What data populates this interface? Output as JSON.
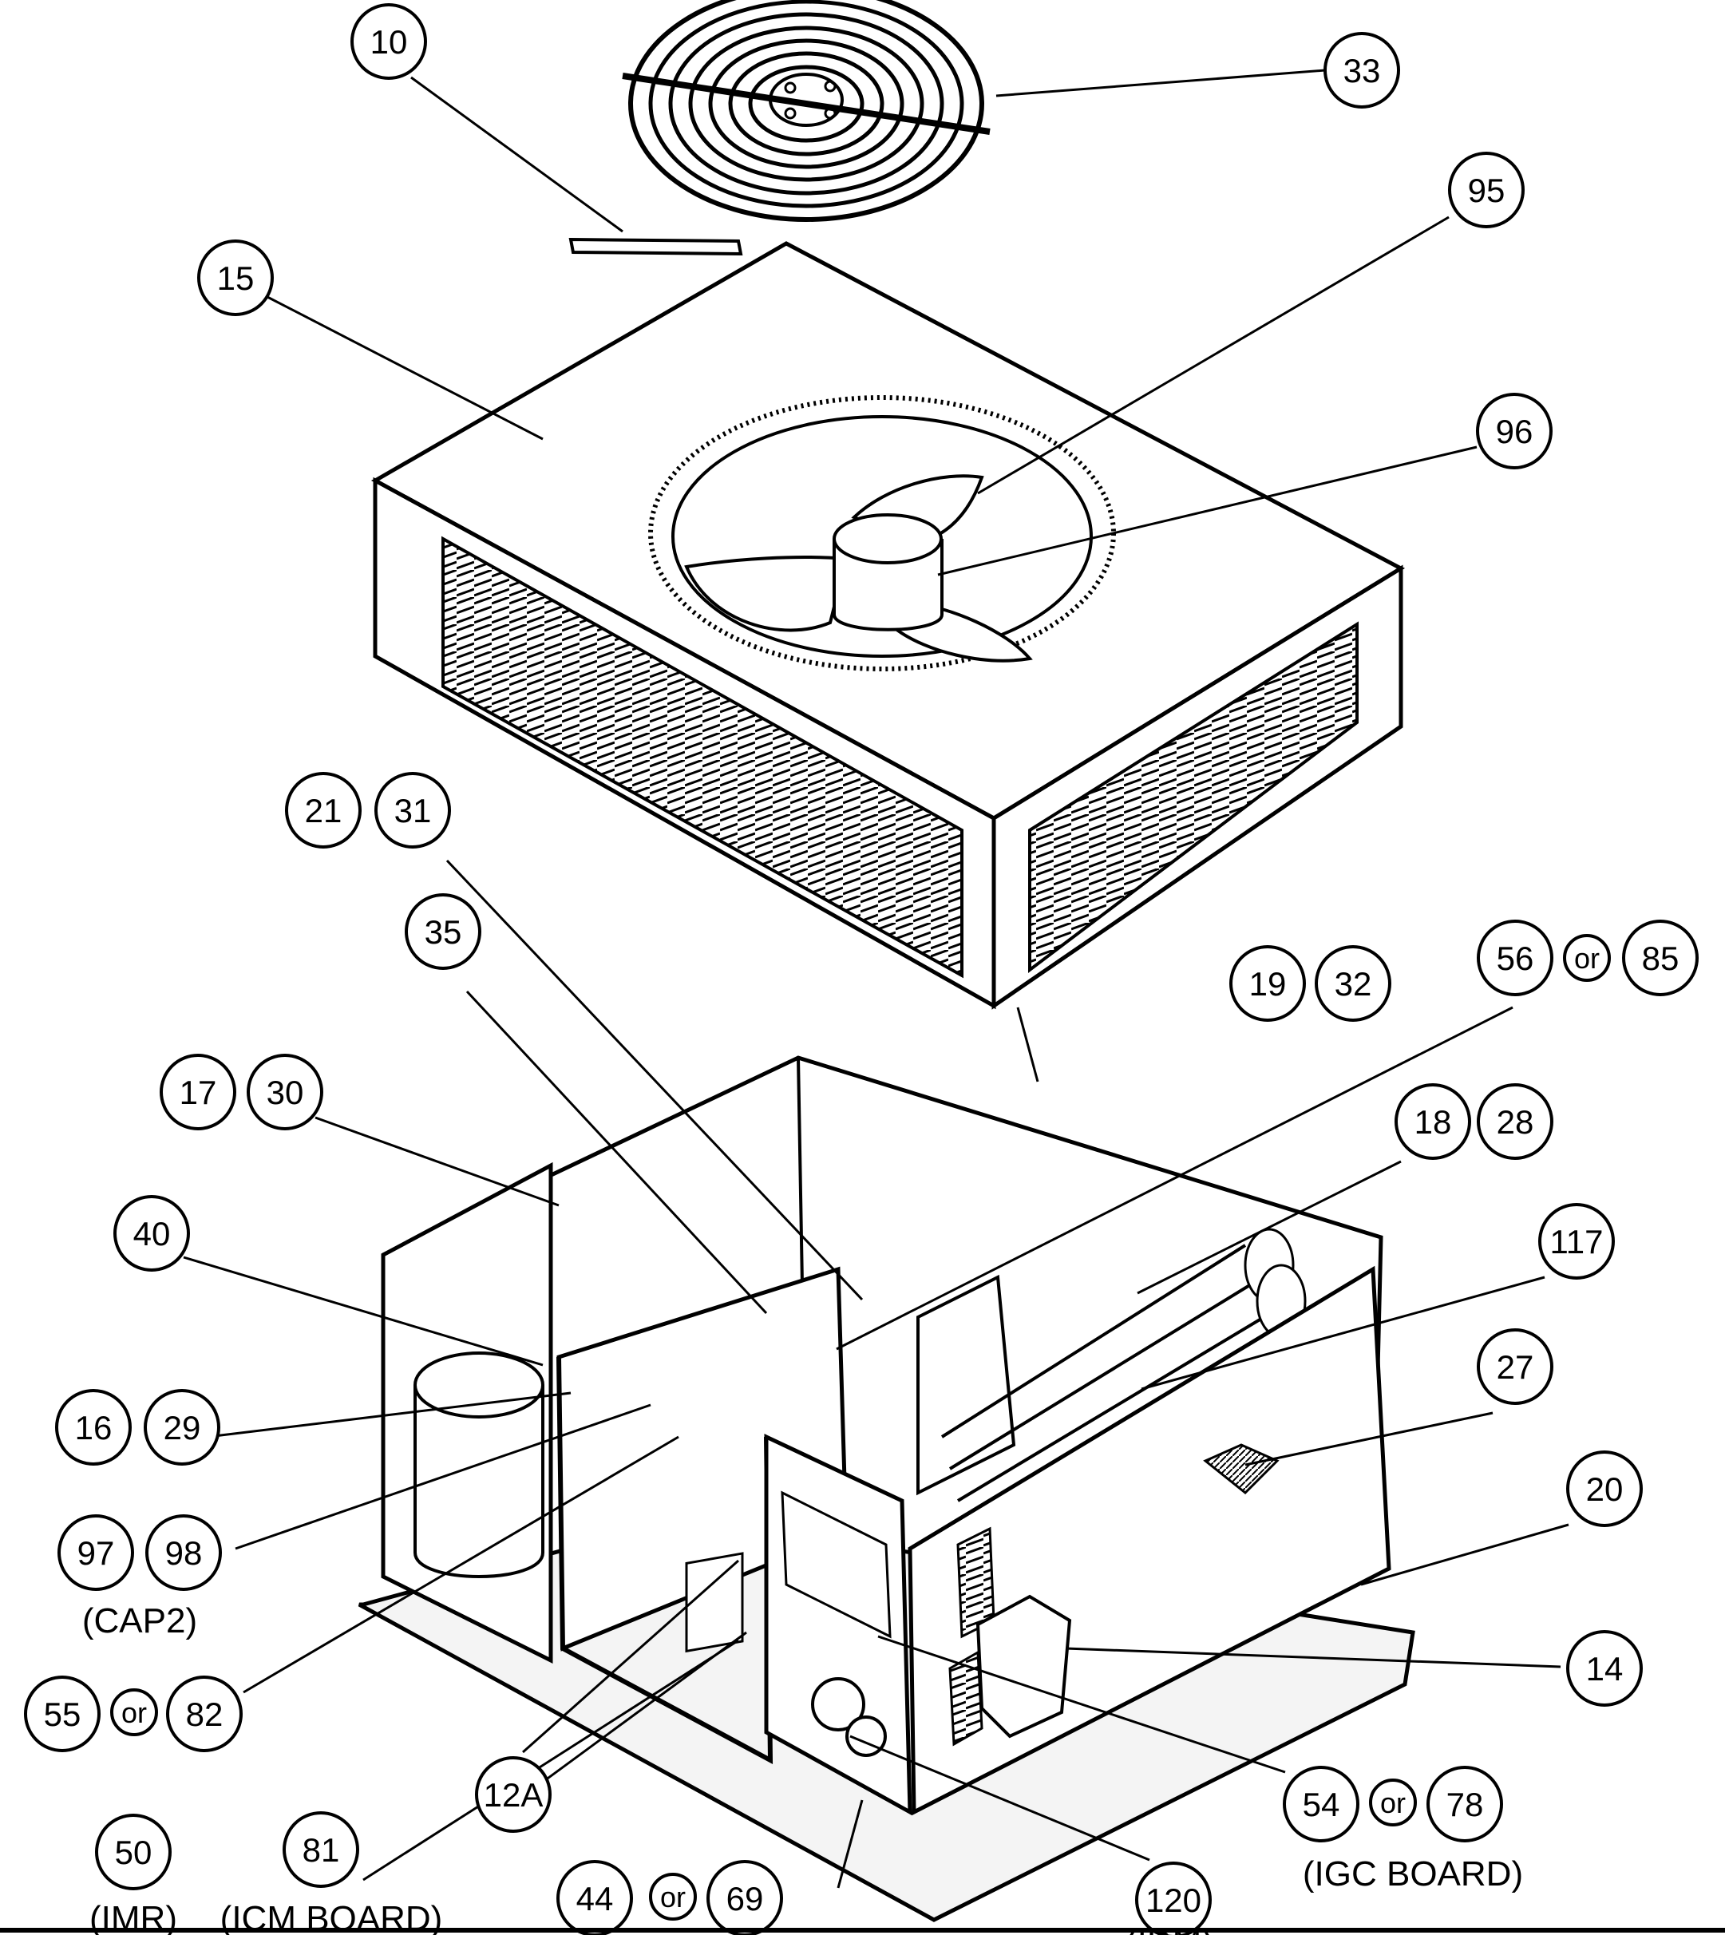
{
  "callouts": {
    "c10": "10",
    "c33": "33",
    "c95": "95",
    "c15": "15",
    "c96": "96",
    "c21": "21",
    "c31": "31",
    "c35": "35",
    "c19": "19",
    "c32": "32",
    "c56": "56",
    "c56or": "or",
    "c85": "85",
    "c17": "17",
    "c30": "30",
    "c18": "18",
    "c28": "28",
    "c40": "40",
    "c117": "117",
    "c27": "27",
    "c16": "16",
    "c29": "29",
    "c97": "97",
    "c98": "98",
    "c20": "20",
    "c55": "55",
    "c55or": "or",
    "c82": "82",
    "c14": "14",
    "c54": "54",
    "c54or": "or",
    "c78": "78",
    "c12A": "12A",
    "c50": "50",
    "c81": "81",
    "c120": "120",
    "c44": "44",
    "c44or": "or",
    "c69": "69"
  },
  "captions": {
    "cap2": "(CAP2)",
    "imr": "(IMR)",
    "icm": "(ICM BOARD)",
    "igc": "(IGC BOARD)",
    "idm": "(IDM)"
  },
  "colors": {
    "line": "#000000",
    "fill": "#ffffff",
    "cabinet": "#f4f4f4"
  }
}
